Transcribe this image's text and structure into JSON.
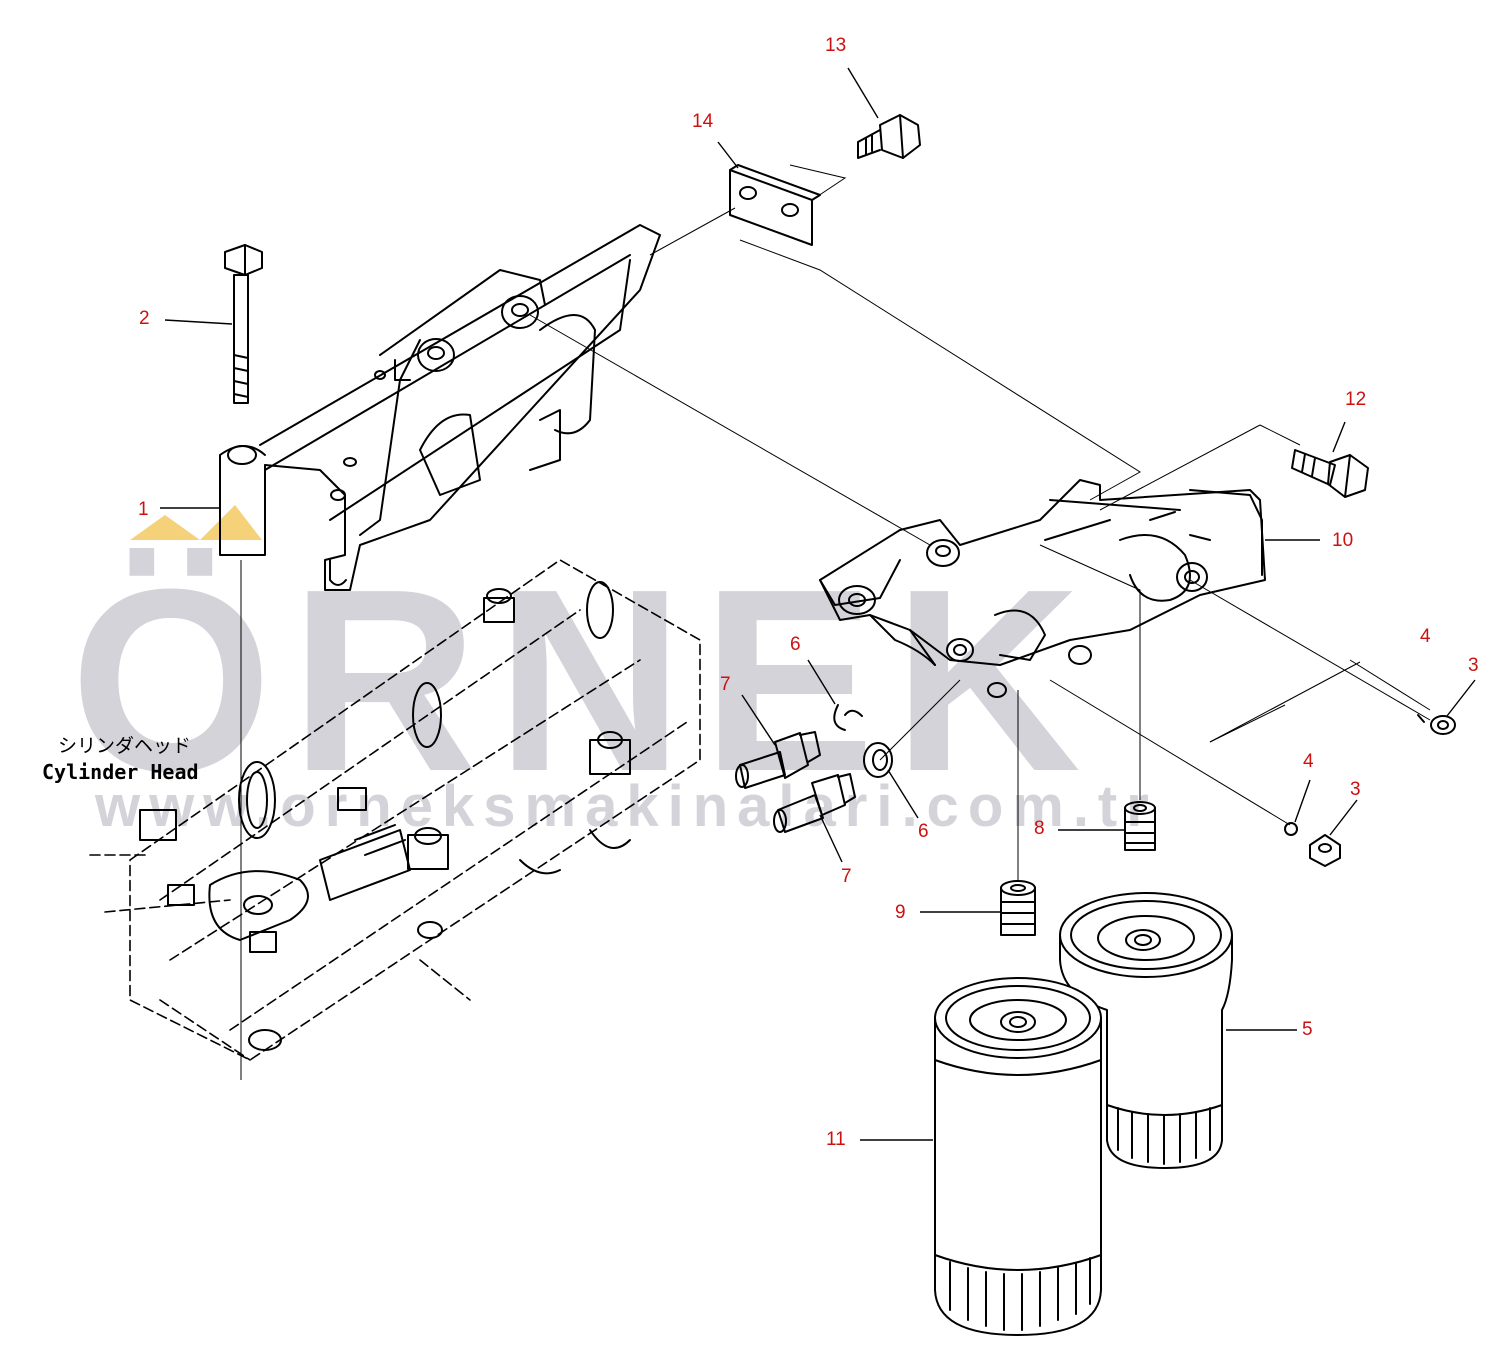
{
  "watermark": {
    "brand": "ÖRNEK",
    "url": "www.orneksmakinalari.com.tr",
    "color": "#d3d3d9",
    "accent_color": "#f5d27a"
  },
  "diagram": {
    "labels": {
      "jp": "シリンダヘッド",
      "en": "Cylinder Head"
    },
    "callout_color": "#cc1111",
    "callouts": [
      "1",
      "2",
      "3",
      "3",
      "4",
      "4",
      "5",
      "6",
      "6",
      "7",
      "7",
      "8",
      "9",
      "10",
      "11",
      "12",
      "13",
      "14"
    ]
  }
}
